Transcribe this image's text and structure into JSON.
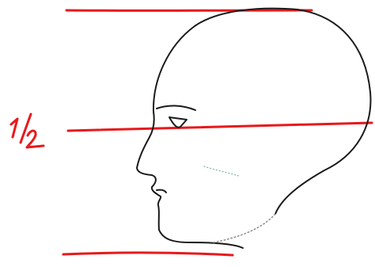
{
  "diagram": {
    "ratio_label": "1/2",
    "colors": {
      "guide_lines": "#e8191c",
      "head_outline": "#1a1a1a"
    },
    "guide_lines": [
      {
        "id": "top-of-head"
      },
      {
        "id": "eye-level-half"
      },
      {
        "id": "chin-bottom"
      }
    ]
  }
}
